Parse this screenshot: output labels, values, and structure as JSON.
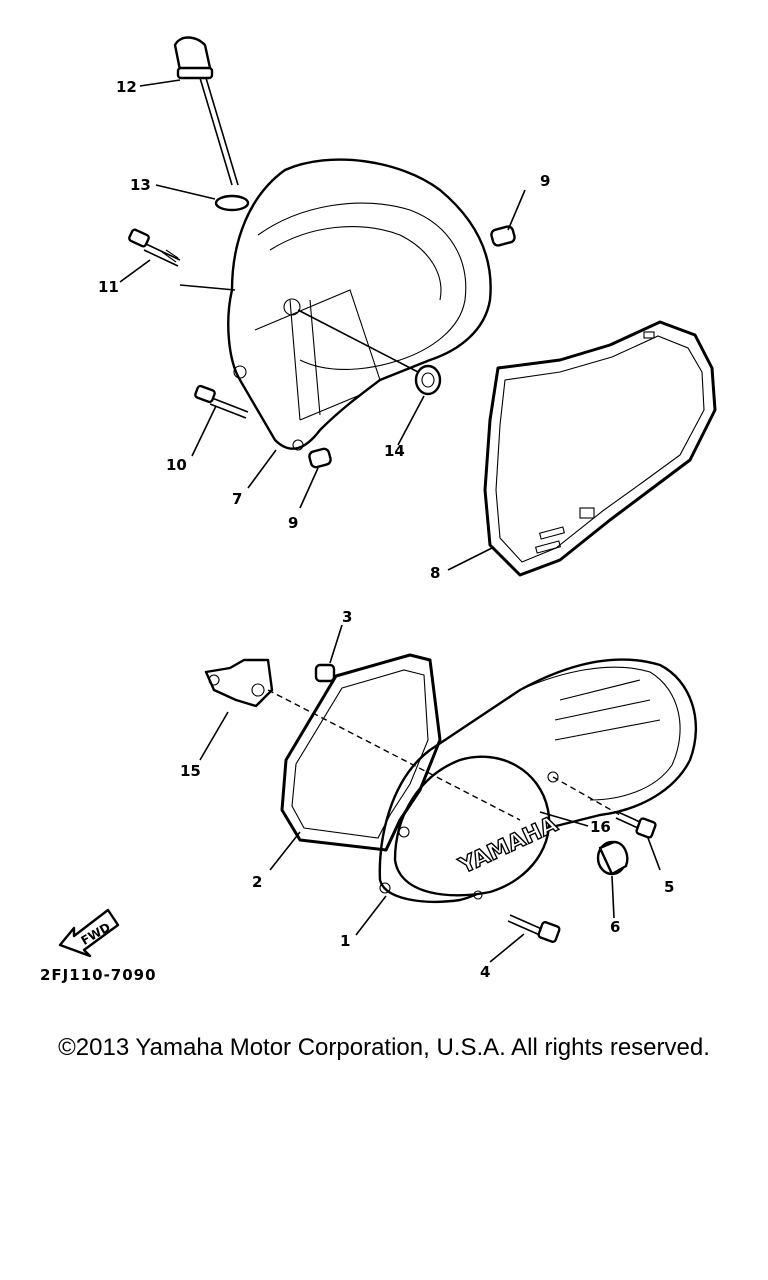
{
  "diagram": {
    "callouts": [
      "1",
      "2",
      "3",
      "4",
      "5",
      "6",
      "7",
      "8",
      "9",
      "9",
      "10",
      "11",
      "12",
      "13",
      "14",
      "15",
      "16"
    ],
    "drawing_code": "2FJ110-7090",
    "fwd_label": "FWD",
    "brand_label": "YAMAHA"
  },
  "footer": {
    "copyright": "©2013 Yamaha Motor Corporation, U.S.A. All rights reserved."
  }
}
